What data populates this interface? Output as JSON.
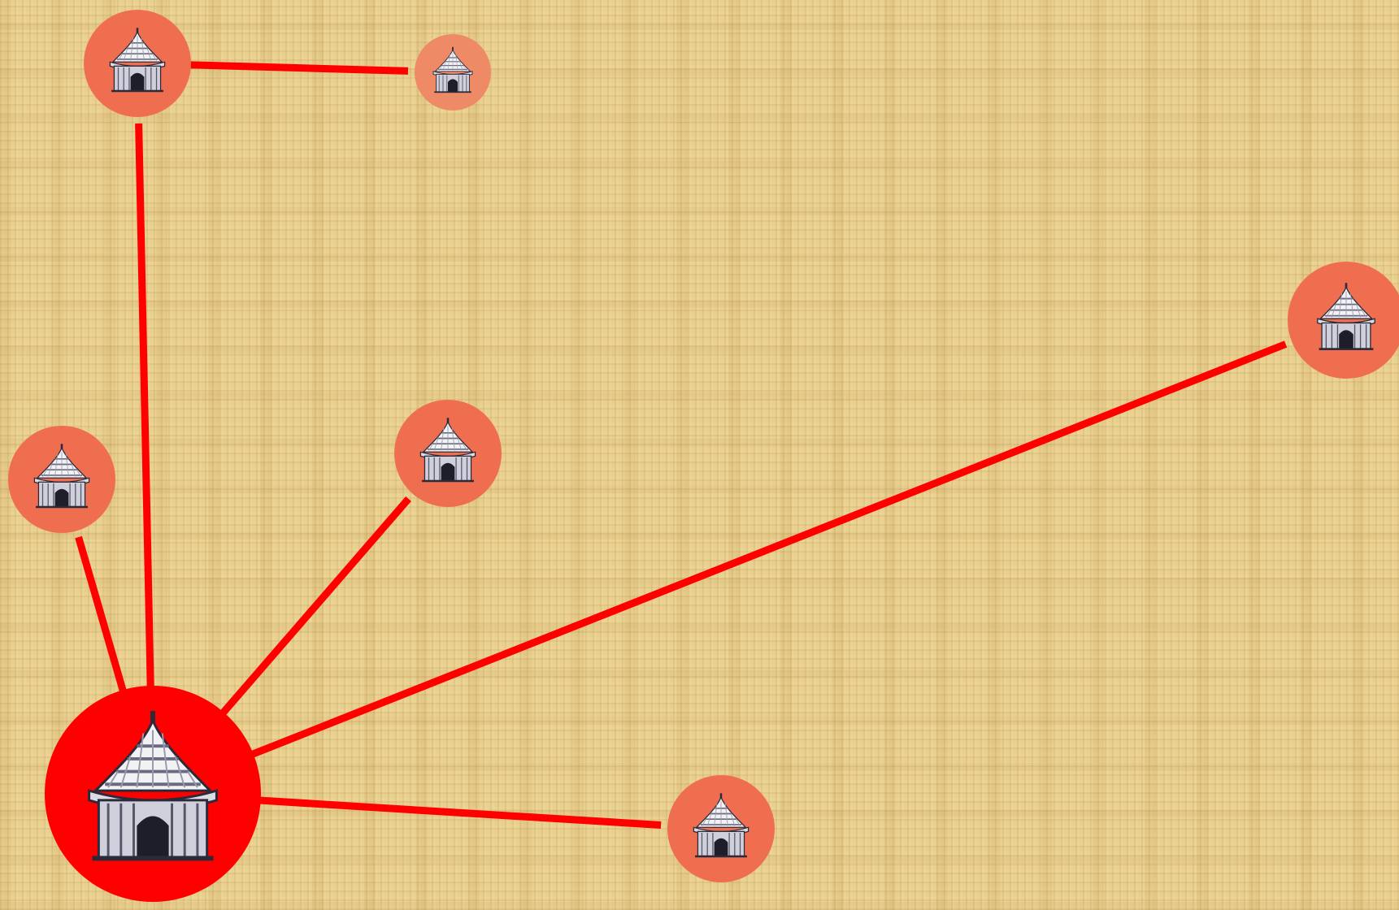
{
  "colors": {
    "background": "#e8cf8e",
    "edge": "#ff0000",
    "hub_fill": "#ff0000",
    "village_fill": "#f06e50",
    "hut_thatch": "#f2f2f4",
    "hut_ink": "#2a2a3a"
  },
  "graph": {
    "hub": {
      "id": "home",
      "icon": "thatched-hut-icon"
    },
    "villages": [
      {
        "id": "v-top-left",
        "icon": "thatched-hut-icon"
      },
      {
        "id": "v-top-small",
        "icon": "thatched-hut-icon"
      },
      {
        "id": "v-left",
        "icon": "thatched-hut-icon"
      },
      {
        "id": "v-center",
        "icon": "thatched-hut-icon"
      },
      {
        "id": "v-right",
        "icon": "thatched-hut-icon"
      },
      {
        "id": "v-bottom",
        "icon": "thatched-hut-icon"
      }
    ],
    "connections": [
      [
        "home",
        "v-top-left"
      ],
      [
        "v-top-left",
        "v-top-small"
      ],
      [
        "home",
        "v-left"
      ],
      [
        "home",
        "v-center"
      ],
      [
        "home",
        "v-right"
      ],
      [
        "home",
        "v-bottom"
      ]
    ]
  }
}
